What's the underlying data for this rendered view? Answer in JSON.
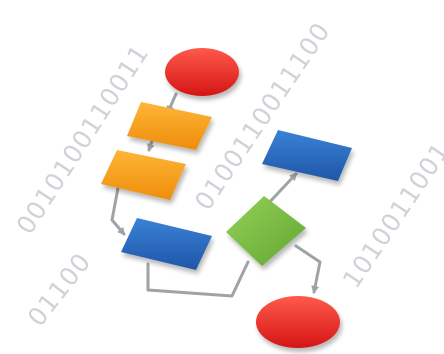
{
  "background_binary": {
    "strings": [
      {
        "id": "binary-string-1",
        "text": "0010100110011"
      },
      {
        "id": "binary-string-2",
        "text": "01100"
      },
      {
        "id": "binary-string-3",
        "text": "0100110011100"
      },
      {
        "id": "binary-string-4",
        "text": "1010011001"
      }
    ],
    "color": "#cfd3d8"
  },
  "flowchart": {
    "colors": {
      "terminator": "#e8282a",
      "process_orange": "#f7a21b",
      "process_blue": "#2b6bc2",
      "decision": "#7cc242",
      "connector": "#9ea3a8"
    },
    "shapes": [
      {
        "id": "start-terminator",
        "kind": "ellipse",
        "color": "terminator"
      },
      {
        "id": "process-step-1",
        "kind": "rectangle",
        "color": "process_orange"
      },
      {
        "id": "process-step-2",
        "kind": "rectangle",
        "color": "process_orange"
      },
      {
        "id": "process-step-3",
        "kind": "rectangle",
        "color": "process_blue"
      },
      {
        "id": "decision",
        "kind": "diamond",
        "color": "decision"
      },
      {
        "id": "process-branch",
        "kind": "rectangle",
        "color": "process_blue"
      },
      {
        "id": "end-terminator",
        "kind": "ellipse",
        "color": "terminator"
      }
    ]
  }
}
